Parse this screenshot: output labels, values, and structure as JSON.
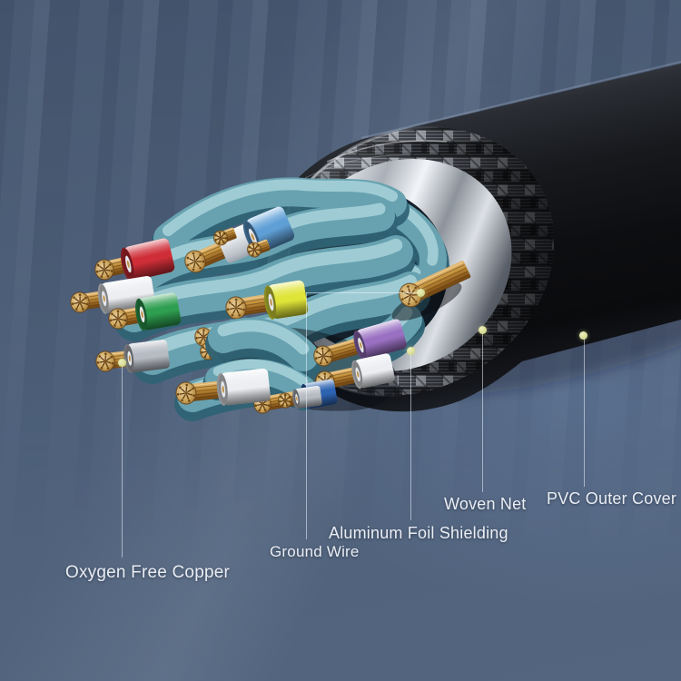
{
  "callouts": [
    {
      "id": "oxygen-free-copper",
      "label": "Oxygen Free Copper"
    },
    {
      "id": "ground-wire",
      "label": "Ground Wire"
    },
    {
      "id": "aluminum-foil-shielding",
      "label": "Aluminum Foil Shielding"
    },
    {
      "id": "woven-net",
      "label": "Woven Net"
    },
    {
      "id": "pvc-outer-cover",
      "label": "PVC Outer Cover"
    }
  ],
  "colors": {
    "background": "#4e607a",
    "label_text": "#e9edf4",
    "callout_dot": "#d6db92",
    "callout_line": "#ecf3fb",
    "jacket_black": "#111317",
    "foil_silver": "#e8ebef",
    "braid_gray": "#82868e",
    "teal_pair": "#68a2b0",
    "copper": "#c6953f",
    "wire_red": "#cf2e38",
    "wire_green": "#2e9e50",
    "wire_blue": "#5f9fd6",
    "wire_yellow": "#dfe438",
    "wire_purple": "#9a70c2",
    "wire_navy": "#2e63b2",
    "wire_white": "#eceef2",
    "wire_gray": "#b7bcc4",
    "wire_charcoal": "#3b3e44"
  }
}
